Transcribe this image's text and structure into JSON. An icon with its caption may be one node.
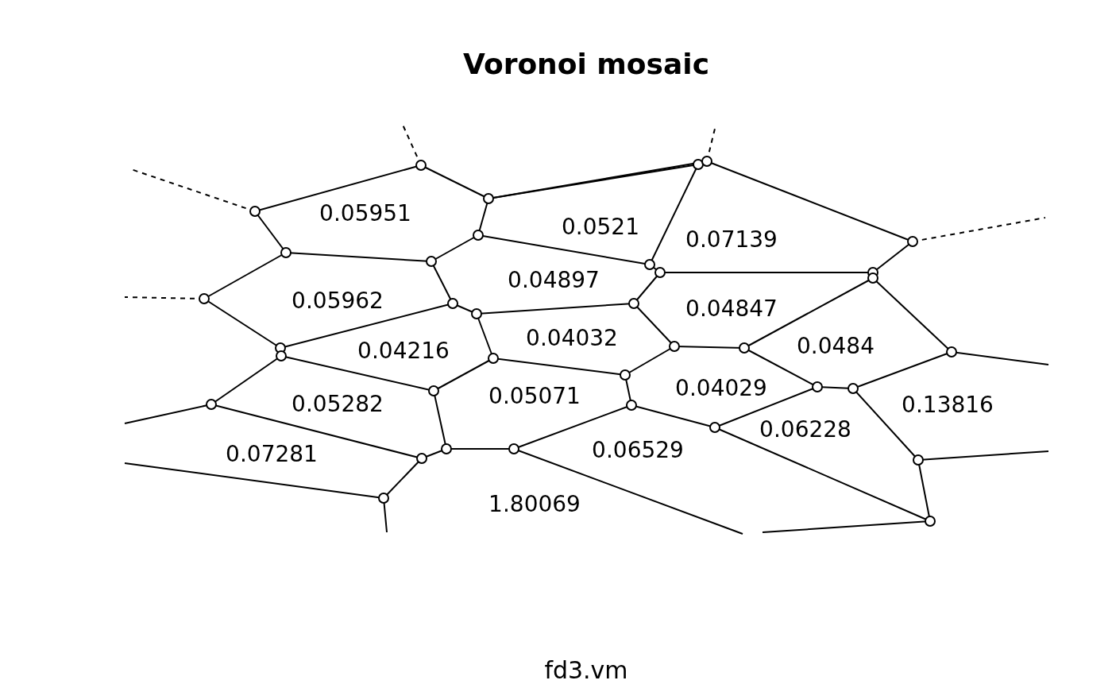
{
  "diagram": {
    "title": "Voronoi mosaic",
    "caption": "fd3.vm",
    "labels": [
      "0.05951",
      "0.0521",
      "0.07139",
      "0.04897",
      "0.05962",
      "0.04847",
      "0.04216",
      "0.04032",
      "0.0484",
      "0.04029",
      "0.05282",
      "0.05071",
      "0.13816",
      "0.06228",
      "0.06529",
      "0.07281",
      "1.80069"
    ]
  }
}
